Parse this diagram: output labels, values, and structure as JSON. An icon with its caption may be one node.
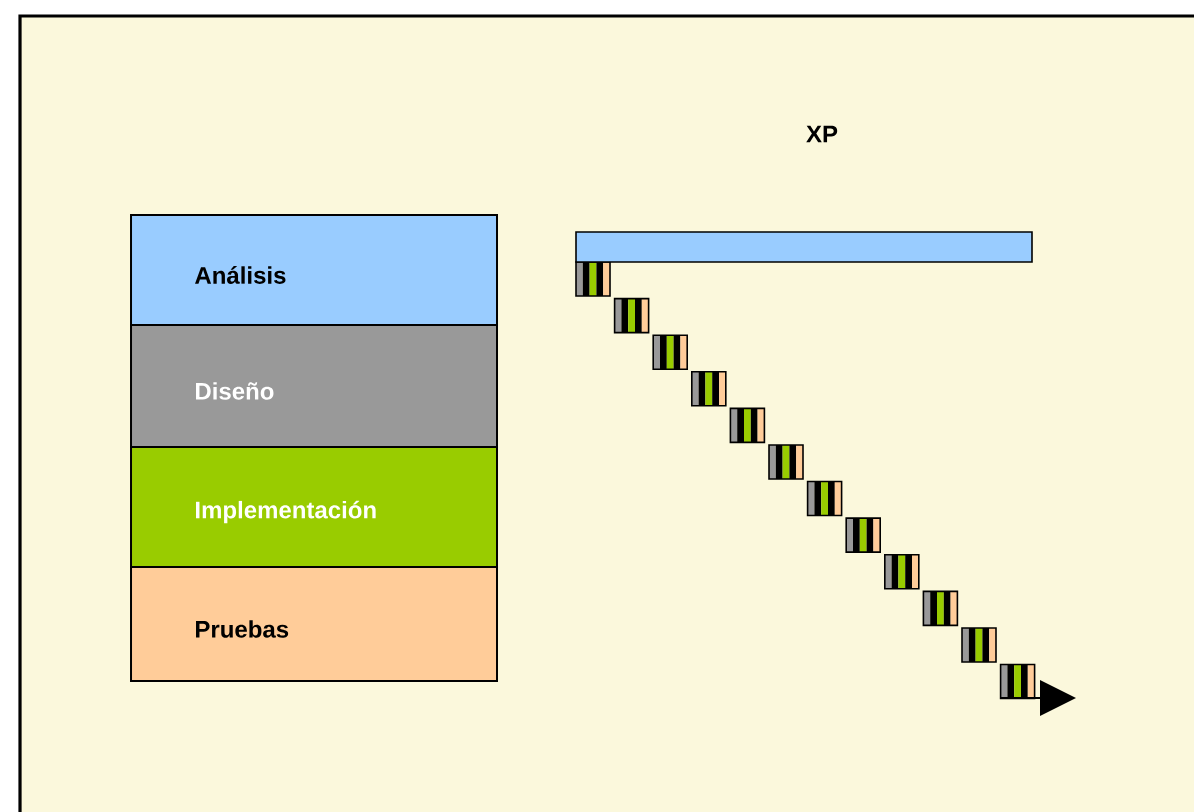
{
  "diagram": {
    "title": "XP",
    "nodes": [
      {
        "text": [
          "Análisis"
        ]
      },
      {
        "text": [
          "Diseño"
        ]
      },
      {
        "text": [
          "Implementación"
        ]
      },
      {
        "text": [
          "Pruebas"
        ]
      }
    ]
  }
}
